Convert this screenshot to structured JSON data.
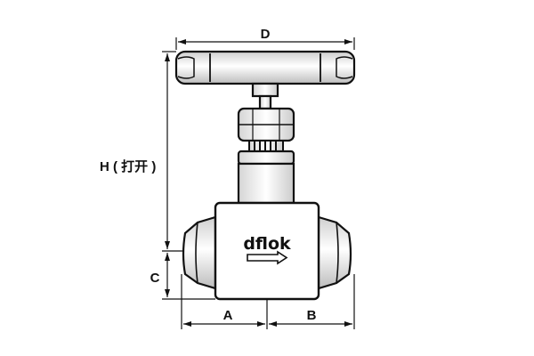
{
  "dimensions": {
    "width_label": "D",
    "height_label": "H ( 打开 )",
    "end_height_label": "C",
    "left_length_label": "A",
    "right_length_label": "B"
  },
  "body": {
    "brand": "dflok",
    "flow_direction": "right"
  },
  "colors": {
    "line": "#111111",
    "fill_light": "#ffffff",
    "fill_shade": "#d9d9d9"
  }
}
